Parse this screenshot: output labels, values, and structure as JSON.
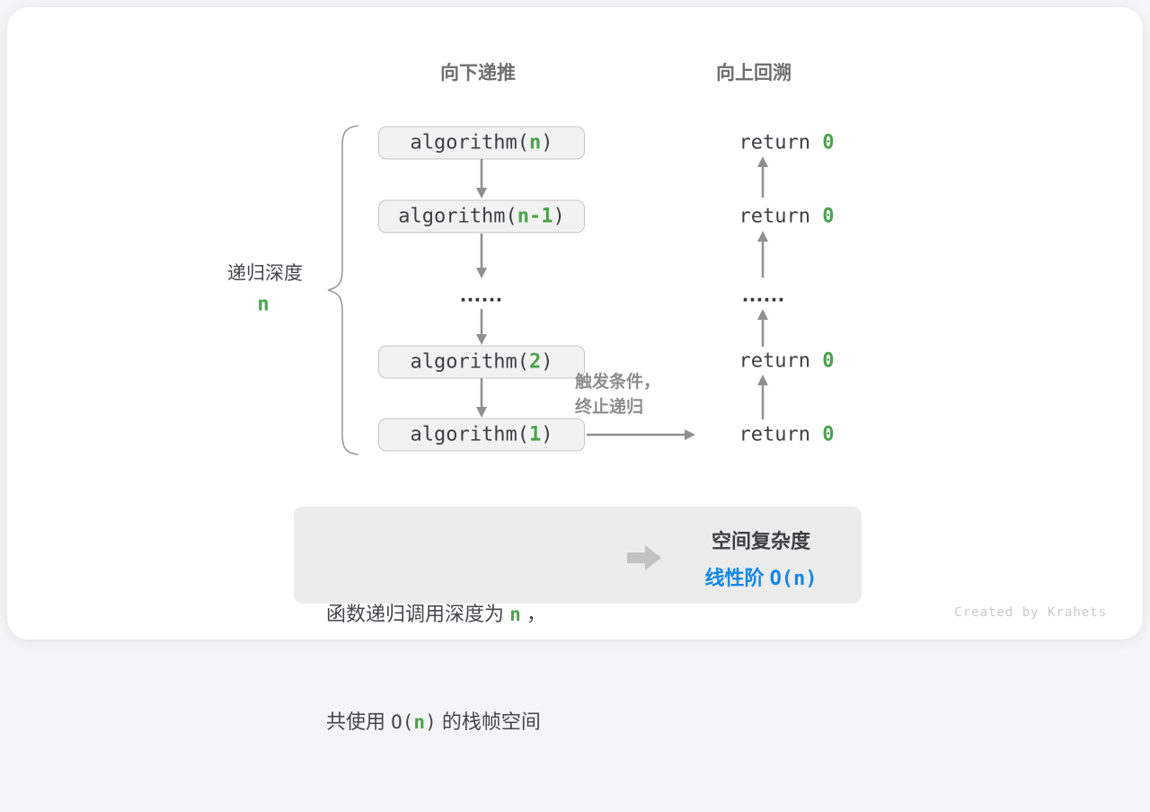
{
  "headers": {
    "recurse_down": "向下递推",
    "backtrack_up": "向上回溯"
  },
  "depth_label": {
    "text": "递归深度",
    "value": "n"
  },
  "call_stack": [
    {
      "pre": "algorithm(",
      "arg": "n",
      "post": ")"
    },
    {
      "pre": "algorithm(",
      "arg": "n-1",
      "post": ")"
    },
    {
      "pre": "algorithm(",
      "arg": "2",
      "post": ")"
    },
    {
      "pre": "algorithm(",
      "arg": "1",
      "post": ")"
    }
  ],
  "returns": [
    {
      "pre": "return ",
      "val": "0"
    },
    {
      "pre": "return ",
      "val": "0"
    },
    {
      "pre": "return ",
      "val": "0"
    },
    {
      "pre": "return ",
      "val": "0"
    }
  ],
  "ellipsis": "……",
  "base_case_note": {
    "line1": "触发条件，",
    "line2": "终止递归"
  },
  "summary": {
    "line1": {
      "t1": "函数递归调用深度为 ",
      "hl": "n",
      "t2": " ，"
    },
    "line2": {
      "t1": "共使用 ",
      "c1": "O(",
      "hl": "n",
      "c2": ")",
      "t2": " 的栈帧空间"
    },
    "right_title": "空间复杂度",
    "right_prefix": "线性阶 ",
    "right_code": "O(n)"
  },
  "watermark": "Created by Krahets",
  "colors": {
    "accent_green": "#4ca24e",
    "accent_blue": "#1287e8",
    "arrow_gray": "#8f8f8f",
    "box_fill": "#f2f2f2",
    "box_border": "#c6c6c6"
  }
}
